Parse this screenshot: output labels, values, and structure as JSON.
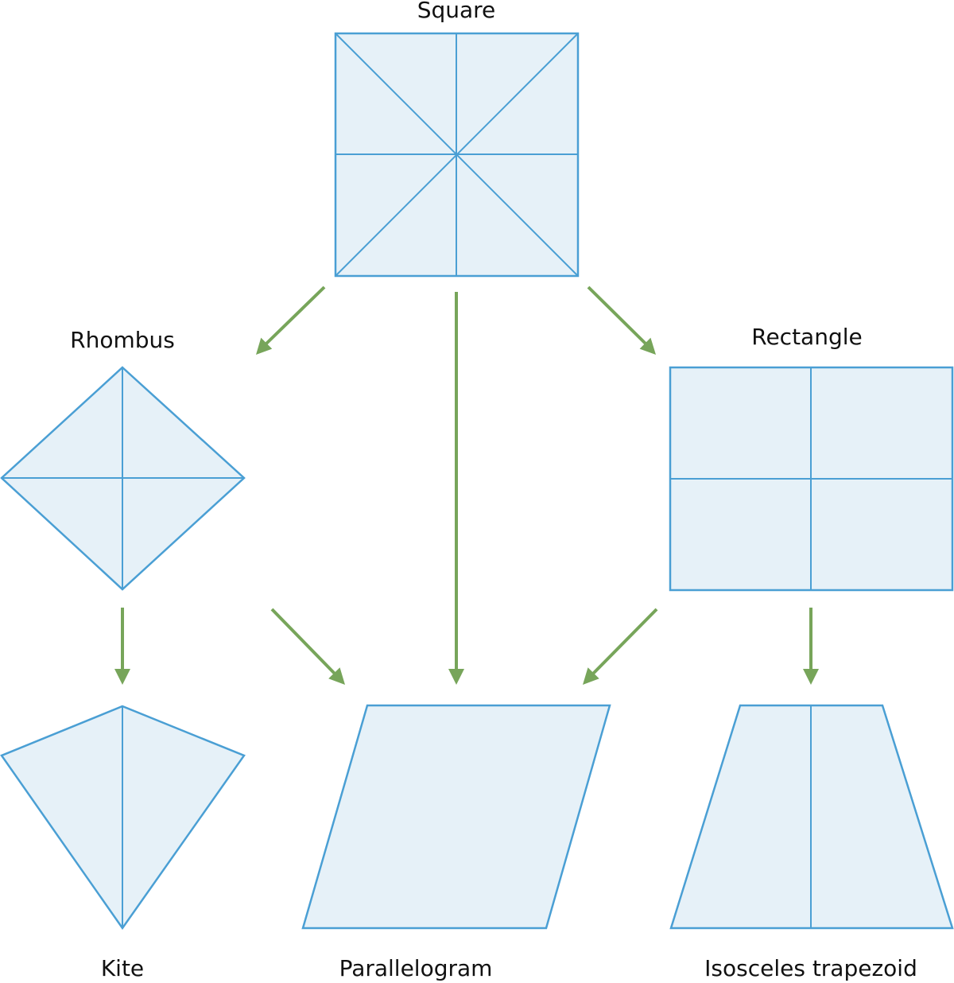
{
  "labels": {
    "square": "Square",
    "rhombus": "Rhombus",
    "rectangle": "Rectangle",
    "kite": "Kite",
    "parallelogram": "Parallelogram",
    "isosceles_trapezoid": "Isosceles trapezoid"
  },
  "colors": {
    "shape_fill": "#e6f1f8",
    "shape_stroke": "#4a9fd4",
    "arrow": "#77a55a",
    "text": "#111111"
  },
  "relations": [
    {
      "from": "square",
      "to": "rhombus"
    },
    {
      "from": "square",
      "to": "parallelogram"
    },
    {
      "from": "square",
      "to": "rectangle"
    },
    {
      "from": "rhombus",
      "to": "kite"
    },
    {
      "from": "rhombus",
      "to": "parallelogram"
    },
    {
      "from": "rectangle",
      "to": "parallelogram"
    },
    {
      "from": "rectangle",
      "to": "isosceles_trapezoid"
    }
  ]
}
